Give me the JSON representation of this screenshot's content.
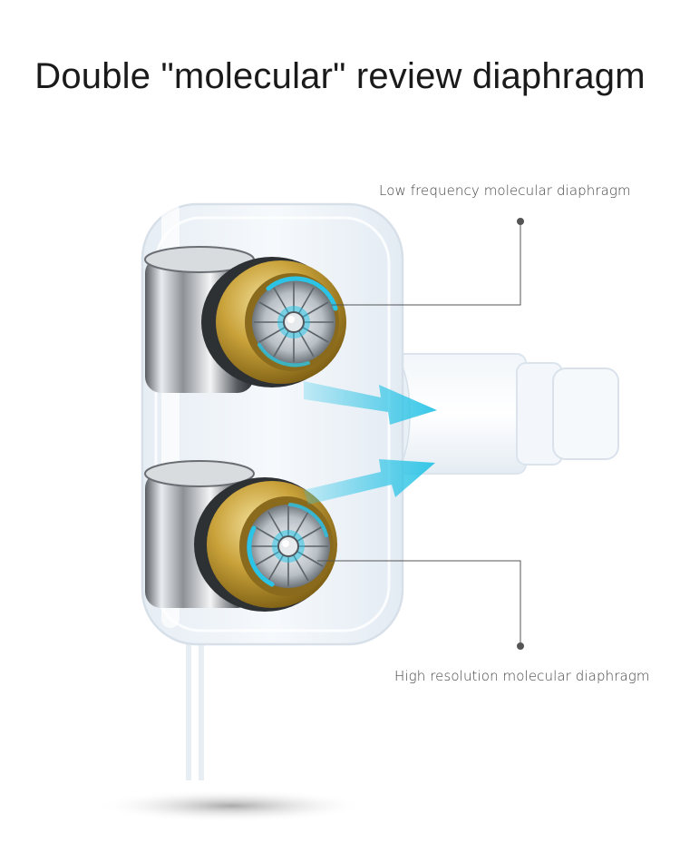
{
  "title": "Double \"molecular\" review diaphragm",
  "callouts": {
    "low": "Low frequency molecular diaphragm",
    "high": "High resolution molecular diaphragm"
  },
  "colors": {
    "accent_cyan": "#2bc4e6",
    "gold": "#c9a23a",
    "shell": "#eef3f8",
    "pointer": "#555555"
  }
}
